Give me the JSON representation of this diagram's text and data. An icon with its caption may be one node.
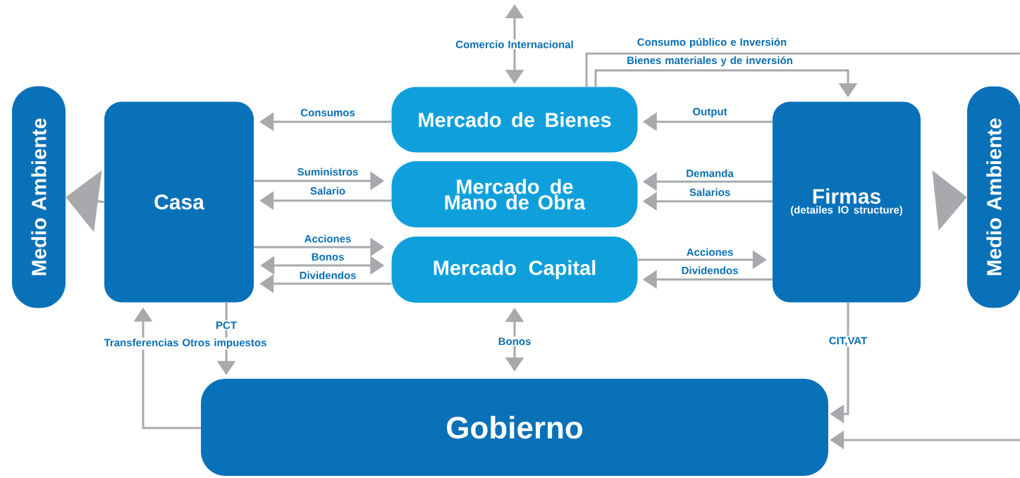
{
  "diagram": {
    "nodes": [
      {
        "text": [
          "Medio Ambiente"
        ]
      },
      {
        "text": [
          "Casa"
        ]
      },
      {
        "text": [
          "Mercado de Bienes"
        ]
      },
      {
        "text": [
          "Mercado de Mano de Obra"
        ]
      },
      {
        "text": [
          "Mercado Capital"
        ]
      },
      {
        "text": [
          "Firmas",
          "(detailes IO structure)"
        ]
      },
      {
        "text": [
          "Medio Ambiente"
        ]
      },
      {
        "text": [
          "Gobierno"
        ]
      }
    ],
    "edges": [
      {
        "from": null,
        "to": 2,
        "arrow": "both",
        "label": "Comercio Internacional"
      },
      {
        "from": 2,
        "to": null,
        "arrow": "none",
        "label": "Consumo público e Inversión"
      },
      {
        "from": 2,
        "to": 5,
        "arrow": "to",
        "label": "Bienes materiales y de inversión"
      },
      {
        "from": 2,
        "to": 1,
        "arrow": "to",
        "label": "Consumos"
      },
      {
        "from": 5,
        "to": 2,
        "arrow": "to",
        "label": "Output"
      },
      {
        "from": 1,
        "to": 3,
        "arrow": "to",
        "label": "Suministros"
      },
      {
        "from": 3,
        "to": 1,
        "arrow": "to",
        "label": "Salario"
      },
      {
        "from": 5,
        "to": 3,
        "arrow": "to",
        "label": "Demanda"
      },
      {
        "from": 5,
        "to": 3,
        "arrow": "to",
        "label": "Salarios"
      },
      {
        "from": 1,
        "to": 4,
        "arrow": "to",
        "label": "Acciones"
      },
      {
        "from": 1,
        "to": 4,
        "arrow": "both",
        "label": "Bonos"
      },
      {
        "from": 4,
        "to": 1,
        "arrow": "to",
        "label": "Dividendos"
      },
      {
        "from": 4,
        "to": 5,
        "arrow": "to",
        "label": "Acciones"
      },
      {
        "from": 5,
        "to": 4,
        "arrow": "to",
        "label": "Dividendos"
      },
      {
        "from": 4,
        "to": 7,
        "arrow": "both",
        "label": "Bonos"
      },
      {
        "from": 1,
        "to": 7,
        "arrow": "to",
        "label": "PCT"
      },
      {
        "from": 7,
        "to": 1,
        "arrow": "to"
      },
      {
        "from": 5,
        "to": 7,
        "arrow": "to",
        "label": "CIT,VAT"
      },
      {
        "from": null,
        "to": 7,
        "arrow": "to"
      },
      {
        "from": 1,
        "to": 0,
        "arrow": "to"
      },
      {
        "from": 5,
        "to": 6,
        "arrow": "to"
      }
    ],
    "labels": [
      "Transferencias Otros impuestos"
    ]
  }
}
